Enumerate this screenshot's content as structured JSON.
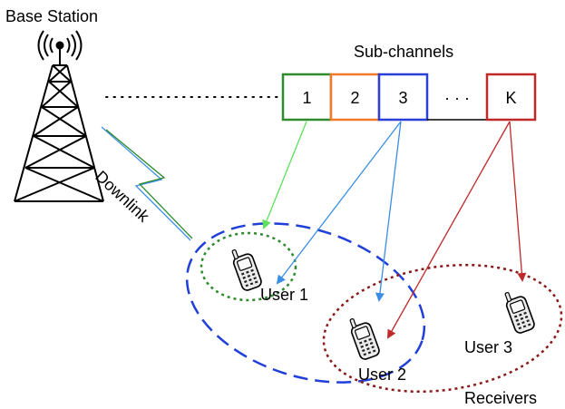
{
  "labels": {
    "base_station": "Base Station",
    "sub_channels": "Sub-channels",
    "downlink": "Downlink",
    "receivers": "Receivers",
    "ellipsis": "· · ·"
  },
  "channels": [
    {
      "label": "1",
      "color": "#2e8b2e"
    },
    {
      "label": "2",
      "color": "#f07a2a"
    },
    {
      "label": "3",
      "color": "#2a3fd6"
    },
    {
      "label": "K",
      "color": "#c0282a"
    }
  ],
  "users": [
    {
      "label": "User 1"
    },
    {
      "label": "User 2"
    },
    {
      "label": "User 3"
    }
  ],
  "colors": {
    "arrow_green": "#5ee05e",
    "arrow_blue": "#3a8ee6",
    "arrow_red": "#c0282a",
    "group_blue": "#1f3fd8",
    "group_green": "#2e8b2e",
    "group_red": "#8b1a1a"
  }
}
